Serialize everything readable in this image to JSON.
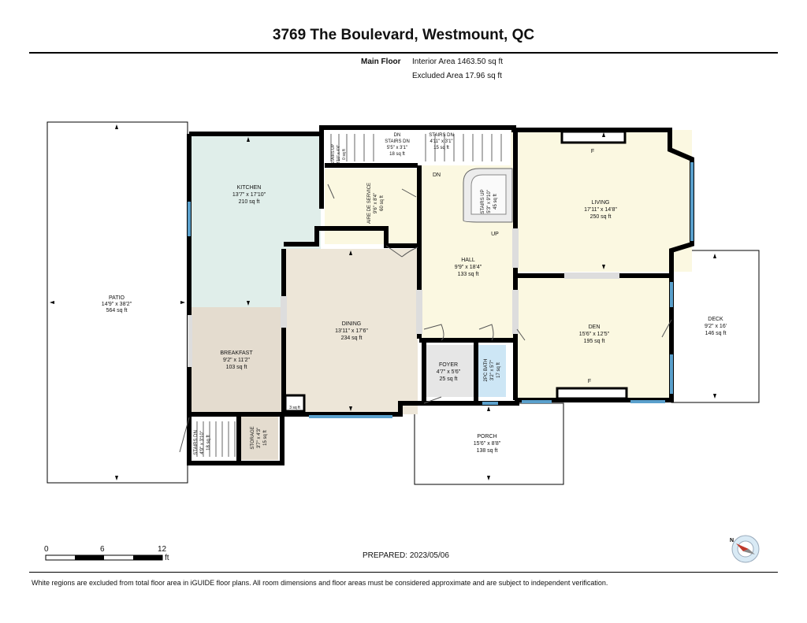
{
  "header": {
    "title": "3769 The Boulevard, Westmount, QC",
    "floor_name": "Main Floor",
    "interior_area": "Interior Area 1463.50 sq ft",
    "excluded_area": "Excluded Area 17.96 sq ft"
  },
  "rooms": {
    "patio": {
      "name": "PATIO",
      "dims": "14'9\" x 38'2\"",
      "area": "564 sq ft"
    },
    "kitchen": {
      "name": "KITCHEN",
      "dims": "13'7\" x 17'10\"",
      "area": "210 sq ft"
    },
    "breakfast": {
      "name": "BREAKFAST",
      "dims": "9'2\" x 11'2\"",
      "area": "103 sq ft"
    },
    "dining": {
      "name": "DINING",
      "dims": "13'11\" x 17'6\"",
      "area": "234 sq ft"
    },
    "aire_service": {
      "name": "AIRE DE SERVICE",
      "dims": "9'6\" x 8'4\"",
      "area": "60 sq ft"
    },
    "hall": {
      "name": "HALL",
      "dims": "9'9\" x 18'4\"",
      "area": "133 sq ft"
    },
    "living": {
      "name": "LIVING",
      "dims": "17'11\" x 14'8\"",
      "area": "250 sq ft"
    },
    "den": {
      "name": "DEN",
      "dims": "15'6\" x 12'5\"",
      "area": "195 sq ft"
    },
    "deck": {
      "name": "DECK",
      "dims": "9'2\" x 16'",
      "area": "146 sq ft"
    },
    "foyer": {
      "name": "FOYER",
      "dims": "4'7\" x 5'6\"",
      "area": "25 sq ft"
    },
    "bath": {
      "name": "2PC BATH",
      "dims": "3'2\" x 5'7\"",
      "area": "17 sq ft"
    },
    "porch": {
      "name": "PORCH",
      "dims": "15'6\" x 8'8\"",
      "area": "138 sq ft"
    },
    "storage": {
      "name": "STORAGE",
      "dims": "3'7\" x 4'3\"",
      "area": "15 sq ft"
    },
    "stairs_dn_low": {
      "name": "STAIRS DN",
      "dims": "4'9\" x 3'10\"",
      "area": "18 sq ft"
    },
    "stairs_up_main": {
      "name": "STAIRS UP",
      "dims": "5'3\" x 9'10\"",
      "area": "45 sq ft"
    },
    "stairs_dn_top": {
      "name": "STAIRS DN",
      "dims": "5'5\" x 3'1\"",
      "area": "18 sq ft"
    },
    "stairs_dn_top2": {
      "name": "STAIRS DN",
      "dims": "4'11\" x 3'1\"",
      "area": "15 sq ft"
    },
    "stairs_up_small": {
      "name": "STAIRS UP",
      "dims": "3'10\" x 4'4\"",
      "area": "0 sq ft"
    }
  },
  "markers": {
    "dn_label": "DN",
    "up_label": "UP",
    "fireplace": "F",
    "tiny_area": "3 sq ft"
  },
  "scale": {
    "labels": [
      "0",
      "6",
      "12"
    ],
    "unit": "ft"
  },
  "prepared": "PREPARED: 2023/05/06",
  "footnote": "White regions are excluded from total floor area in iGUIDE floor plans. All room dimensions and floor areas must be considered approximate and are subject to independent verification.",
  "compass": {
    "north_label": "N"
  },
  "colors": {
    "kitchen": "#e0eeea",
    "breakfast": "#e4dccf",
    "dining": "#ede6d8",
    "warm": "#fbf8e1",
    "foyer": "#e6e6e6",
    "bath": "#cde6f5",
    "stair": "#ececec",
    "wall": "#000000",
    "window": "#5aa0cc"
  }
}
